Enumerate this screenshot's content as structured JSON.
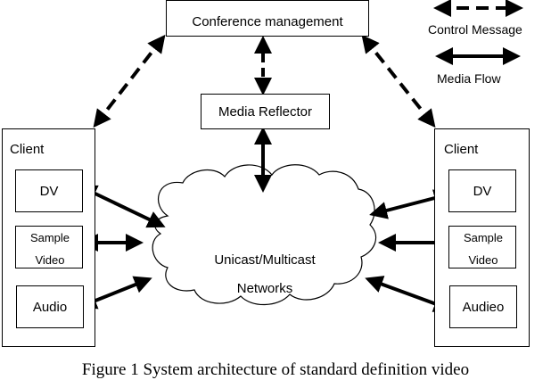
{
  "diagram": {
    "conference_management": "Conference management",
    "media_reflector": "Media Reflector",
    "network": {
      "line1": "Unicast/Multicast",
      "line2": "Networks"
    },
    "legend": {
      "control_message": "Control Message",
      "media_flow": "Media Flow"
    },
    "left_client": {
      "title": "Client",
      "modules": [
        "DV",
        "Sample Video",
        "Audio"
      ],
      "sample_line1": "Sample",
      "sample_line2": "Video"
    },
    "right_client": {
      "title": "Client",
      "modules": [
        "DV",
        "Sample Video",
        "Audieo"
      ],
      "sample_line1": "Sample",
      "sample_line2": "Video"
    },
    "caption": "Figure 1   System architecture of standard definition video"
  }
}
